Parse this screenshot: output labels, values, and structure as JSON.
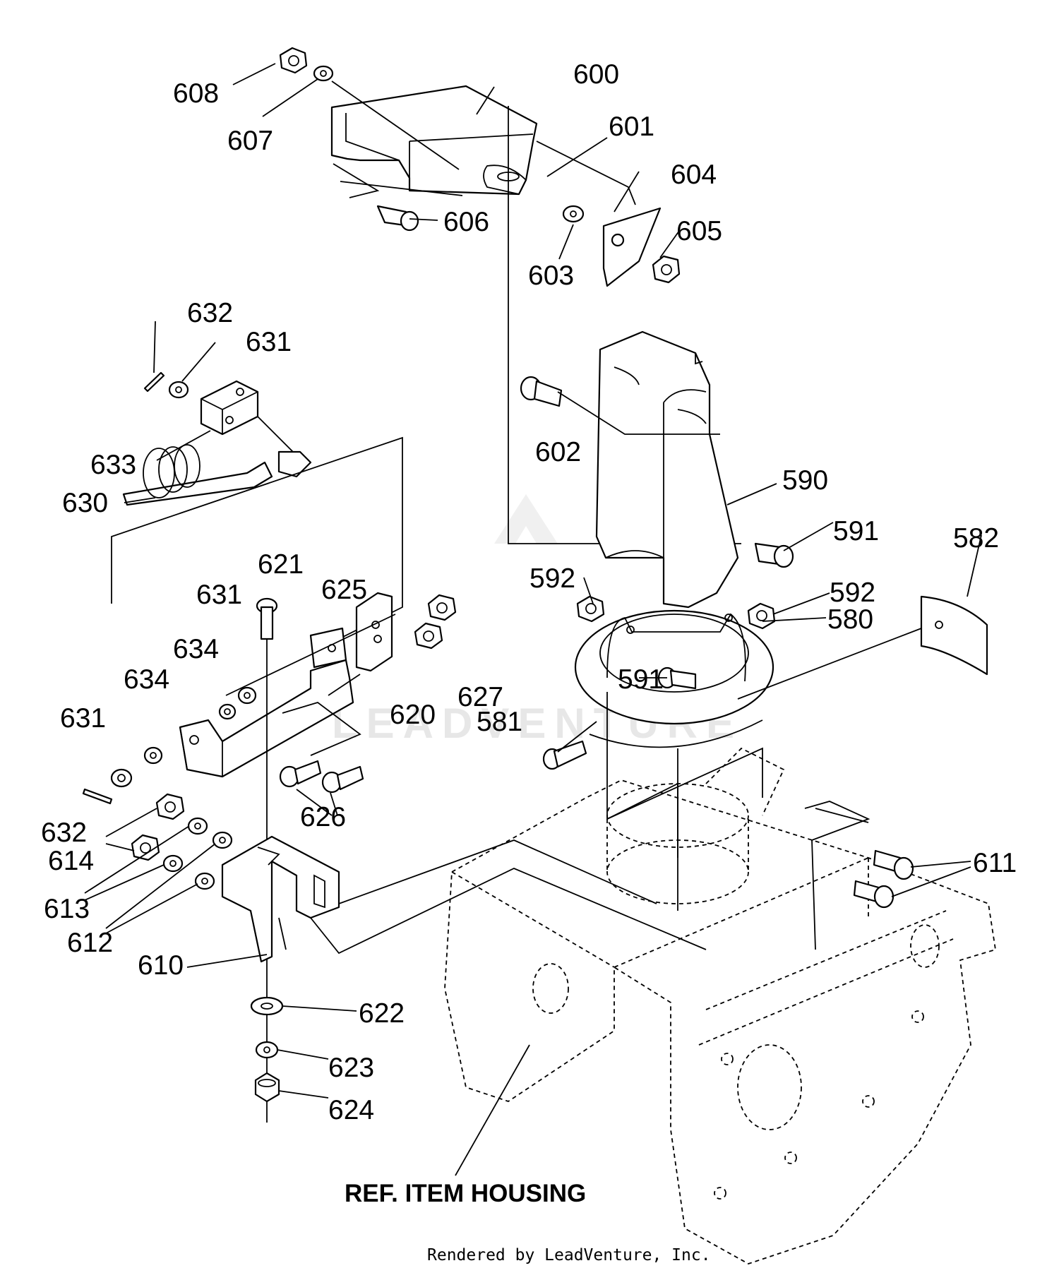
{
  "callouts": {
    "c608": "608",
    "c600": "600",
    "c607": "607",
    "c601": "601",
    "c604": "604",
    "c606": "606",
    "c605": "605",
    "c603": "603",
    "c632a": "632",
    "c631a": "631",
    "c633": "633",
    "c630": "630",
    "c602": "602",
    "c590": "590",
    "c591a": "591",
    "c582": "582",
    "c592a": "592",
    "c592b": "592",
    "c580": "580",
    "c591b": "591",
    "c621": "621",
    "c625": "625",
    "c631b": "631",
    "c634a": "634",
    "c634b": "634",
    "c627": "627",
    "c620": "620",
    "c631c": "631",
    "c581": "581",
    "c632b": "632",
    "c626": "626",
    "c614": "614",
    "c613": "613",
    "c612": "612",
    "c611": "611",
    "c610": "610",
    "c622": "622",
    "c623": "623",
    "c624": "624"
  },
  "reference_label": "REF. ITEM HOUSING",
  "footer": "Rendered by LeadVenture, Inc.",
  "watermark": "LEADVENTURE"
}
